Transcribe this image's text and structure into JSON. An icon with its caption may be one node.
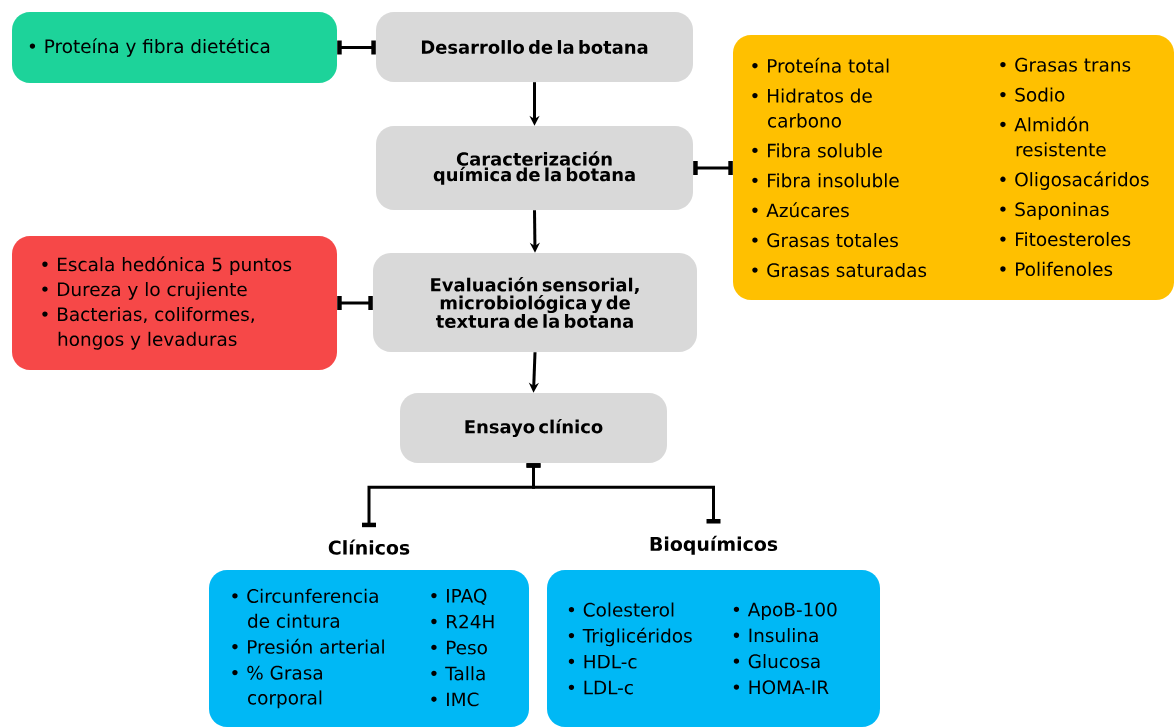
{
  "diagram": {
    "nodes": [
      {
        "text": [
          "• Proteína y fibra dietética"
        ]
      },
      {
        "text": [
          "Desarrollo de la botana"
        ]
      },
      {
        "text": [
          "Caracterización química de la botana"
        ]
      },
      {
        "text": [
          "• Proteína total",
          "• Hidratos de carbono",
          "• Fibra soluble",
          "• Fibra insoluble",
          "• Azúcares",
          "• Grasas totales",
          "• Grasas saturadas",
          "• Grasas trans",
          "• Sodio",
          "• Almidón resistente",
          "• Oligosacáridos",
          "• Saponinas",
          "• Fitoesteroles",
          "• Polifenoles"
        ]
      },
      {
        "text": [
          "• Escala hedónica 5 puntos",
          "• Dureza y lo crujiente",
          "• Bacterias, coliformes, hongos y levaduras"
        ]
      },
      {
        "text": [
          "Evaluación sensorial, microbiológica y de textura de la botana"
        ]
      },
      {
        "text": [
          "Ensayo clínico"
        ]
      },
      {
        "text": [
          "Clínicos",
          "• Circunferencia de cintura",
          "• Presión arterial",
          "• % Grasa corporal",
          "• IPAQ",
          "• R24H",
          "• Peso",
          "• Talla",
          "• IMC"
        ]
      },
      {
        "text": [
          "Bioquímicos",
          "• Colesterol",
          "• Triglicéridos",
          "• HDL-c",
          "• LDL-c",
          "• ApoB-100",
          "• Insulina",
          "• Glucosa",
          "• HOMA-IR"
        ]
      }
    ],
    "edges": [
      {
        "from": 0,
        "to": 1,
        "arrow": "other"
      },
      {
        "from": 1,
        "to": 2,
        "arrow": "to"
      },
      {
        "from": 2,
        "to": 3,
        "arrow": "other"
      },
      {
        "from": 2,
        "to": 5,
        "arrow": "to"
      },
      {
        "from": 4,
        "to": 5,
        "arrow": "other"
      },
      {
        "from": 5,
        "to": 6,
        "arrow": "to"
      },
      {
        "from": 6,
        "to": 7,
        "arrow": "other"
      },
      {
        "from": 6,
        "to": 8,
        "arrow": "other"
      }
    ]
  }
}
